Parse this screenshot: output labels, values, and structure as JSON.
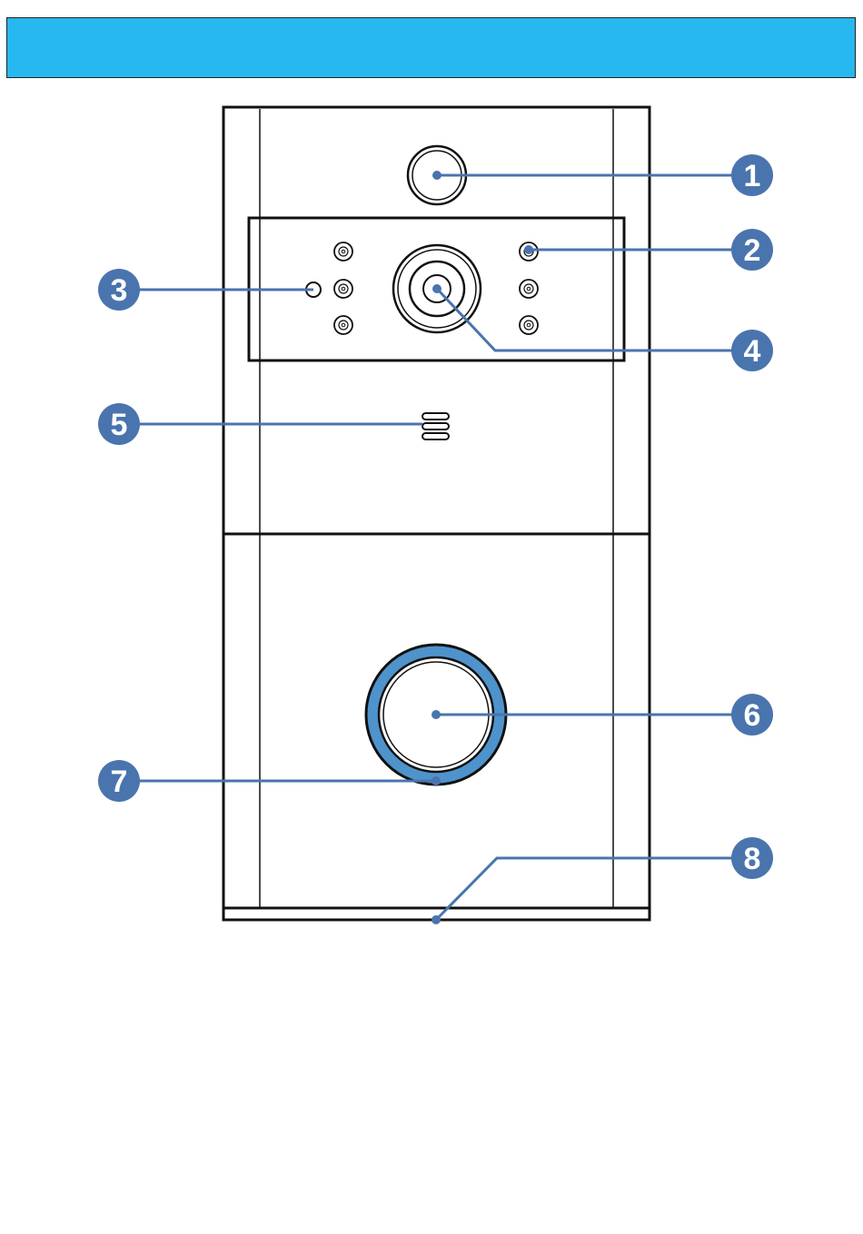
{
  "header": {
    "color": "#27b8f0"
  },
  "colors": {
    "callout": "#4a74ad",
    "led_ring": "#4f93cc",
    "outline": "#111111"
  },
  "callouts": [
    {
      "label": "1"
    },
    {
      "label": "2"
    },
    {
      "label": "3"
    },
    {
      "label": "4"
    },
    {
      "label": "5"
    },
    {
      "label": "6"
    },
    {
      "label": "7"
    },
    {
      "label": "8"
    }
  ]
}
